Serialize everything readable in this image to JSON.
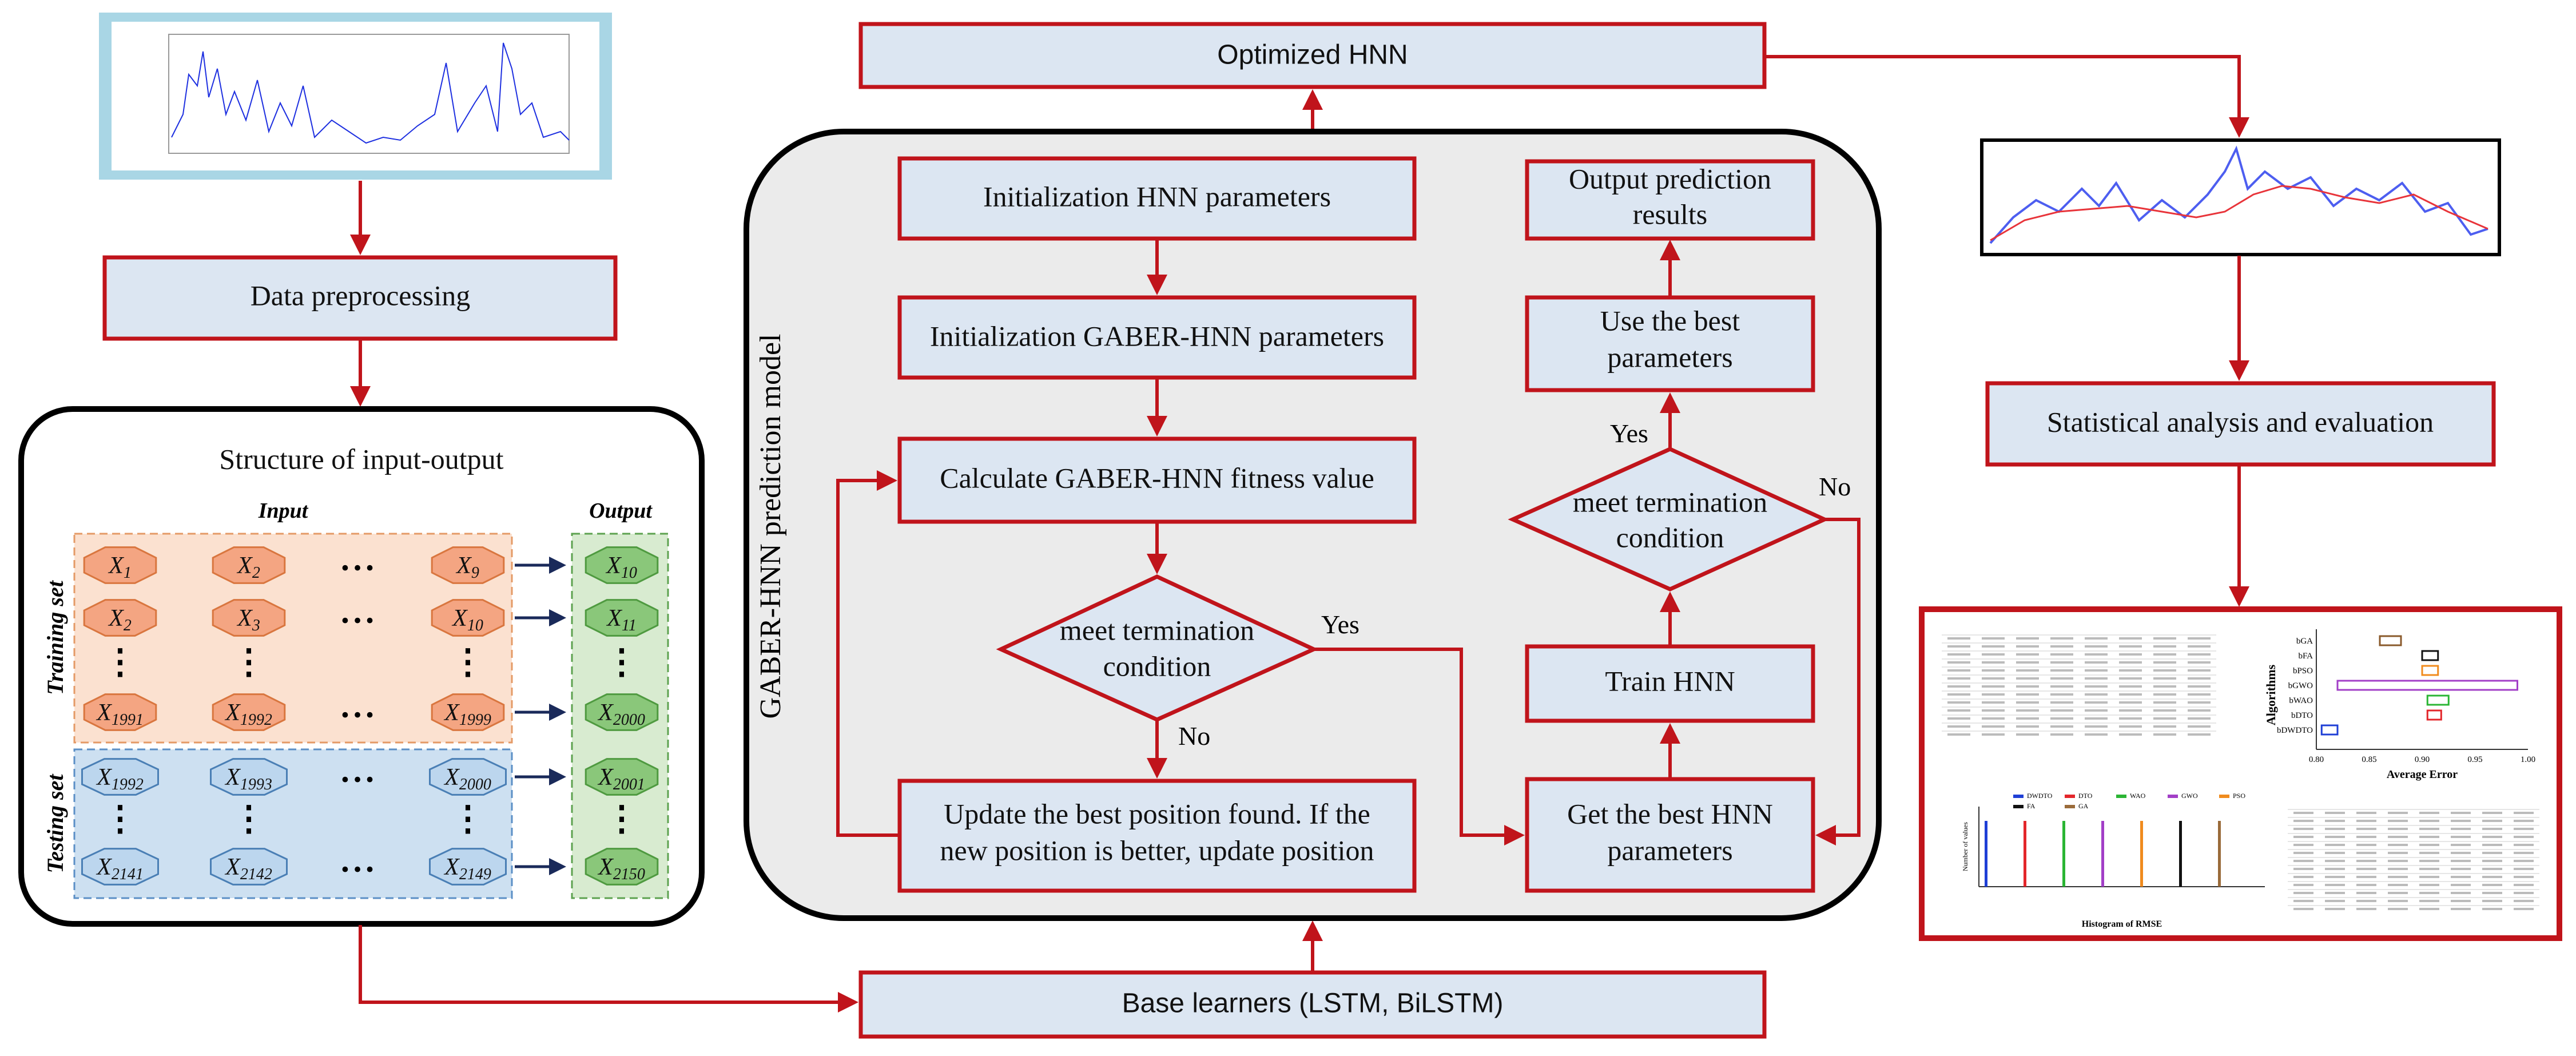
{
  "boxes": {
    "data_preprocessing": "Data preprocessing",
    "optimized_hnn": "Optimized HNN",
    "base_learners": "Base learners (LSTM, BiLSTM)",
    "statistical_analysis": "Statistical analysis and evaluation"
  },
  "io_structure": {
    "title": "Structure of input-output",
    "input_header": "Input",
    "output_header": "Output",
    "training_label": "Training set",
    "testing_label": "Testing set",
    "dots": "• • •",
    "vdots": "⋮",
    "train_rows": [
      [
        "X",
        "1",
        "X",
        "2",
        "X",
        "9",
        "X",
        "10"
      ],
      [
        "X",
        "2",
        "X",
        "3",
        "X",
        "10",
        "X",
        "11"
      ],
      [
        "X",
        "1991",
        "X",
        "1992",
        "X",
        "1999",
        "X",
        "2000"
      ]
    ],
    "test_rows": [
      [
        "X",
        "1992",
        "X",
        "1993",
        "X",
        "2000",
        "X",
        "2001"
      ],
      [
        "X",
        "2141",
        "X",
        "2142",
        "X",
        "2149",
        "X",
        "2150"
      ]
    ]
  },
  "model": {
    "title": "GABER-HNN prediction model",
    "init_hnn": "Initialization HNN parameters",
    "init_gaber": "Initialization GABER-HNN parameters",
    "calc_fitness": "Calculate GABER-HNN fitness value",
    "term1_line1": "meet termination",
    "term1_line2": "condition",
    "yes1": "Yes",
    "no1": "No",
    "update_line1": "Update the best position found. If the",
    "update_line2": "new position is better, update position",
    "get_best_line1": "Get the best HNN",
    "get_best_line2": "parameters",
    "train_hnn": "Train HNN",
    "term2_line1": "meet termination",
    "term2_line2": "condition",
    "yes2": "Yes",
    "no2": "No",
    "use_best_line1": "Use the best",
    "use_best_line2": "parameters",
    "output_line1": "Output prediction",
    "output_line2": "results"
  },
  "results_panel": {
    "boxplot_ylabel": "Algorithms",
    "boxplot_xlabel": "Average Error",
    "boxplot_algorithms": [
      "bGA",
      "bFA",
      "bPSO",
      "bGWO",
      "bWAO",
      "bDTO",
      "bDWDTO"
    ],
    "boxplot_ticks": [
      "0.80",
      "0.85",
      "0.90",
      "0.95",
      "1.00"
    ],
    "hist_ylabel": "Number of values",
    "hist_xlabel": "Histogram of RMSE",
    "hist_legend": [
      {
        "name": "DWDTO",
        "color": "#1f3fd6"
      },
      {
        "name": "DTO",
        "color": "#e3262b"
      },
      {
        "name": "WAO",
        "color": "#2bb534"
      },
      {
        "name": "GWO",
        "color": "#a23fc7"
      },
      {
        "name": "PSO",
        "color": "#f08b1e"
      },
      {
        "name": "FA",
        "color": "#111111"
      },
      {
        "name": "GA",
        "color": "#9a6b3a"
      }
    ]
  }
}
